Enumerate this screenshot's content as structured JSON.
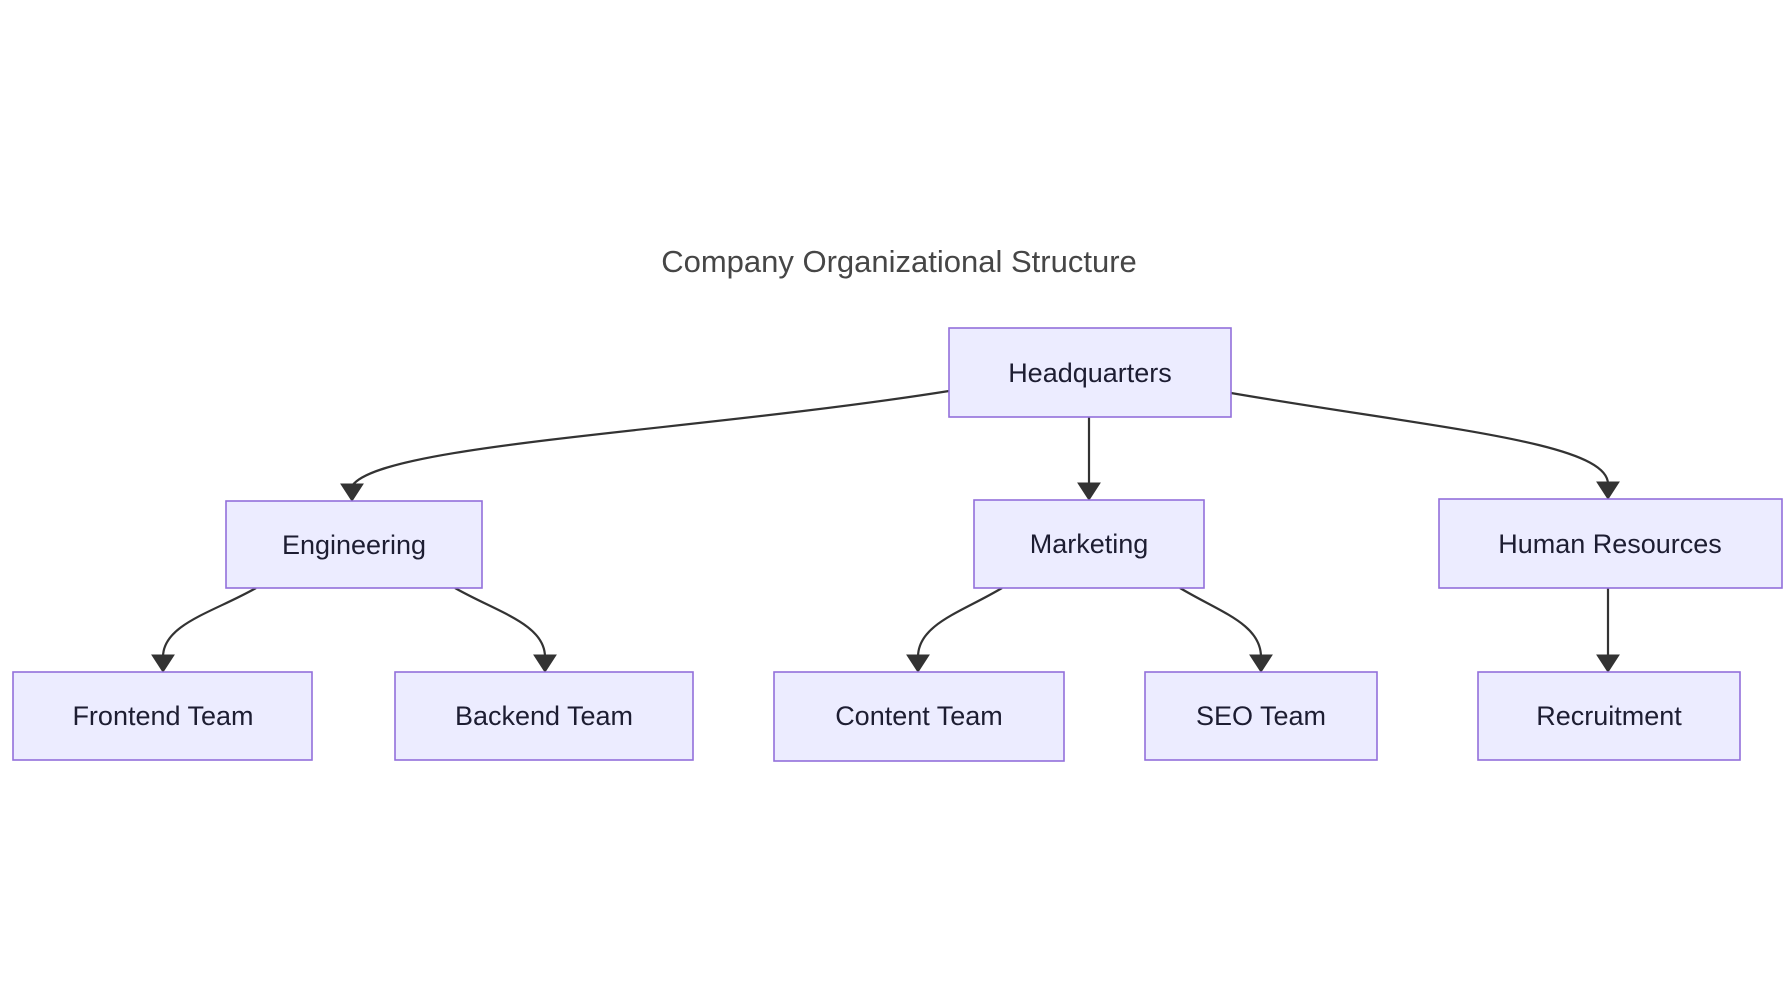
{
  "diagram": {
    "title": "Company Organizational Structure",
    "type": "org-chart-flowchart",
    "colors": {
      "background": "#ffffff",
      "node_fill": "#ECECFF",
      "node_border": "#9370DB",
      "node_text": "#1d1d32",
      "edge_stroke": "#333333",
      "title_text": "#464646"
    },
    "nodes": [
      {
        "id": "headquarters",
        "label": "Headquarters"
      },
      {
        "id": "engineering",
        "label": "Engineering"
      },
      {
        "id": "marketing",
        "label": "Marketing"
      },
      {
        "id": "human-resources",
        "label": "Human Resources"
      },
      {
        "id": "frontend-team",
        "label": "Frontend Team"
      },
      {
        "id": "backend-team",
        "label": "Backend Team"
      },
      {
        "id": "content-team",
        "label": "Content Team"
      },
      {
        "id": "seo-team",
        "label": "SEO Team"
      },
      {
        "id": "recruitment",
        "label": "Recruitment"
      }
    ],
    "edges": [
      {
        "from": "Headquarters",
        "to": "Engineering"
      },
      {
        "from": "Headquarters",
        "to": "Marketing"
      },
      {
        "from": "Headquarters",
        "to": "Human Resources"
      },
      {
        "from": "Engineering",
        "to": "Frontend Team"
      },
      {
        "from": "Engineering",
        "to": "Backend Team"
      },
      {
        "from": "Marketing",
        "to": "Content Team"
      },
      {
        "from": "Marketing",
        "to": "SEO Team"
      },
      {
        "from": "Human Resources",
        "to": "Recruitment"
      }
    ]
  }
}
